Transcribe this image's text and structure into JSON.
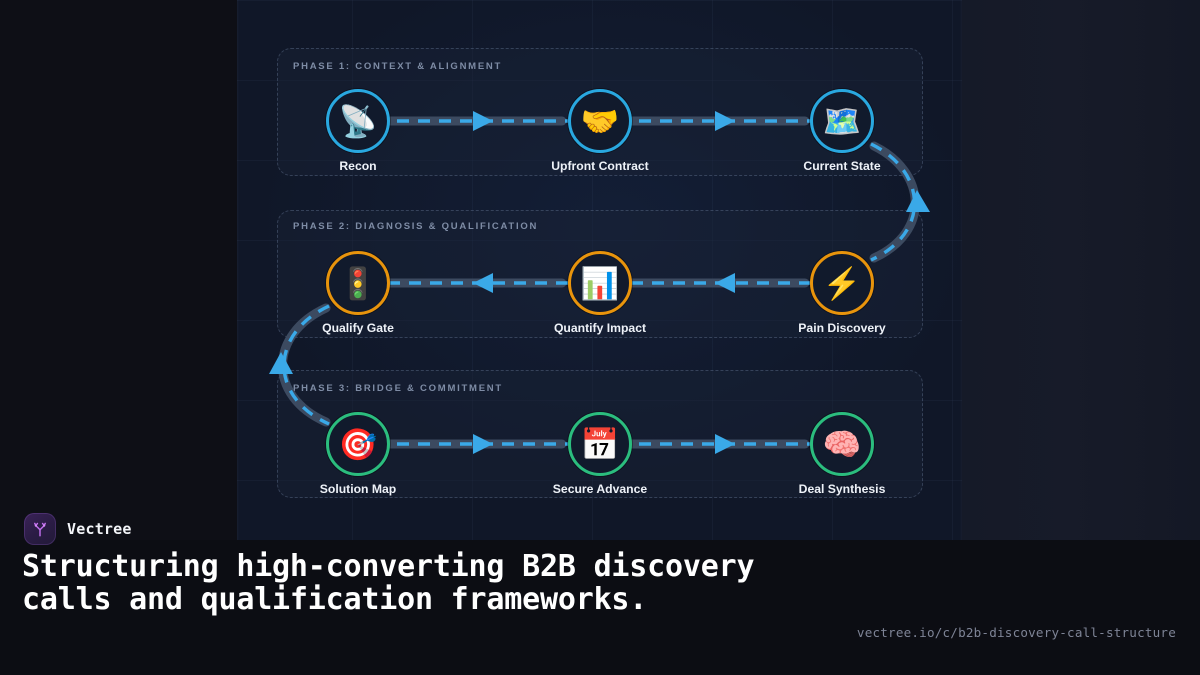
{
  "brand": {
    "name": "Vectree",
    "logo_icon": "vectree-tree-icon",
    "logo_color": "#b061e8"
  },
  "headline": "Structuring high-converting B2B discovery calls and qualification frameworks.",
  "url": "vectree.io/c/b2b-discovery-call-structure",
  "theme": {
    "background": "#0c0d13",
    "canvas": "#101728",
    "phase1_accent": "#29a8e0",
    "phase2_accent": "#e8940c",
    "phase3_accent": "#2bbd7e",
    "connector": "#3aa9e8",
    "connector_track": "#3c4a60",
    "label_text": "#eef2f8",
    "phase_label_text": "#7e8ca5"
  },
  "diagram": {
    "type": "process-flow",
    "phases": [
      {
        "id": "phase-1",
        "label": "PHASE 1: CONTEXT & ALIGNMENT",
        "accent": "#29a8e0",
        "nodes": [
          {
            "id": "recon",
            "label": "Recon",
            "icon": "satellite-dish-icon",
            "emoji": "📡"
          },
          {
            "id": "upfront-contract",
            "label": "Upfront Contract",
            "icon": "handshake-icon",
            "emoji": "🤝"
          },
          {
            "id": "current-state",
            "label": "Current State",
            "icon": "map-icon",
            "emoji": "🗺️"
          }
        ]
      },
      {
        "id": "phase-2",
        "label": "PHASE 2: DIAGNOSIS & QUALIFICATION",
        "accent": "#e8940c",
        "nodes": [
          {
            "id": "qualify-gate",
            "label": "Qualify Gate",
            "icon": "traffic-light-icon",
            "emoji": "🚦"
          },
          {
            "id": "quantify-impact",
            "label": "Quantify Impact",
            "icon": "bar-chart-icon",
            "emoji": "📊"
          },
          {
            "id": "pain-discovery",
            "label": "Pain Discovery",
            "icon": "lightning-bolt-icon",
            "emoji": "⚡"
          }
        ]
      },
      {
        "id": "phase-3",
        "label": "PHASE 3: BRIDGE & COMMITMENT",
        "accent": "#2bbd7e",
        "nodes": [
          {
            "id": "solution-map",
            "label": "Solution Map",
            "icon": "target-dart-icon",
            "emoji": "🎯"
          },
          {
            "id": "secure-advance",
            "label": "Secure Advance",
            "icon": "calendar-icon",
            "emoji": "📅"
          },
          {
            "id": "deal-synthesis",
            "label": "Deal Synthesis",
            "icon": "brain-icon",
            "emoji": "🧠"
          }
        ]
      }
    ],
    "flow_order": [
      "recon",
      "upfront-contract",
      "current-state",
      "pain-discovery",
      "quantify-impact",
      "qualify-gate",
      "solution-map",
      "secure-advance",
      "deal-synthesis"
    ]
  }
}
